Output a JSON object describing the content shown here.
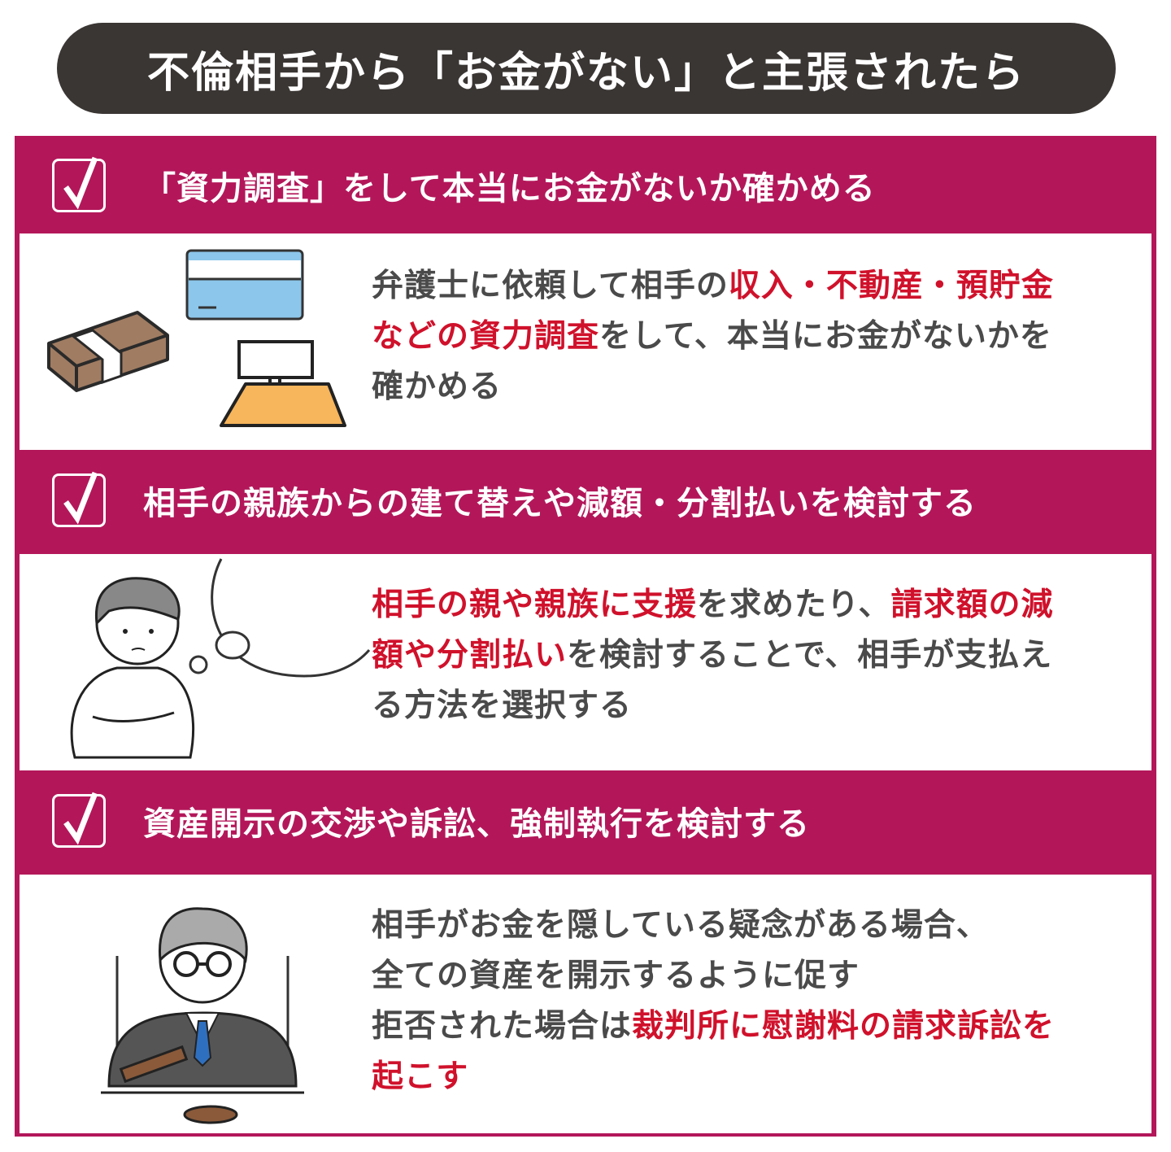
{
  "title": "不倫相手から「お金がない」と主張されたら",
  "colors": {
    "frame": "#b3175a",
    "title_bg": "#3a3634",
    "highlight": "#d0112b",
    "body_text": "#4a4a4a"
  },
  "sections": [
    {
      "heading": "「資力調査」をして本当にお金がないか確かめる",
      "icon": "money-card-register-icon",
      "lines": [
        [
          {
            "t": "弁護士に依頼して相手の",
            "red": false
          },
          {
            "t": "収入・不動産・預貯金",
            "red": true
          }
        ],
        [
          {
            "t": "などの資力調査",
            "red": true
          },
          {
            "t": "をして、本当にお金がないかを",
            "red": false
          }
        ],
        [
          {
            "t": "確かめる",
            "red": false
          }
        ]
      ]
    },
    {
      "heading": "相手の親族からの建て替えや減額・分割払いを検討する",
      "icon": "thinking-person-icon",
      "lines": [
        [
          {
            "t": "相手の親や親族に支援",
            "red": true
          },
          {
            "t": "を求めたり、",
            "red": false
          },
          {
            "t": "請求額の減",
            "red": true
          }
        ],
        [
          {
            "t": "額や分割払い",
            "red": true
          },
          {
            "t": "を検討することで、相手が支払え",
            "red": false
          }
        ],
        [
          {
            "t": "る方法を選択する",
            "red": false
          }
        ]
      ]
    },
    {
      "heading": "資産開示の交渉や訴訟、強制執行を検討する",
      "icon": "judge-gavel-icon",
      "lines": [
        [
          {
            "t": "相手がお金を隠している疑念がある場合、",
            "red": false
          }
        ],
        [
          {
            "t": "全ての資産を開示するように促す",
            "red": false
          }
        ],
        [
          {
            "t": "拒否された場合は",
            "red": false
          },
          {
            "t": "裁判所に慰謝料の請求訴訟を",
            "red": true
          }
        ],
        [
          {
            "t": "起こす",
            "red": true
          }
        ]
      ]
    }
  ]
}
